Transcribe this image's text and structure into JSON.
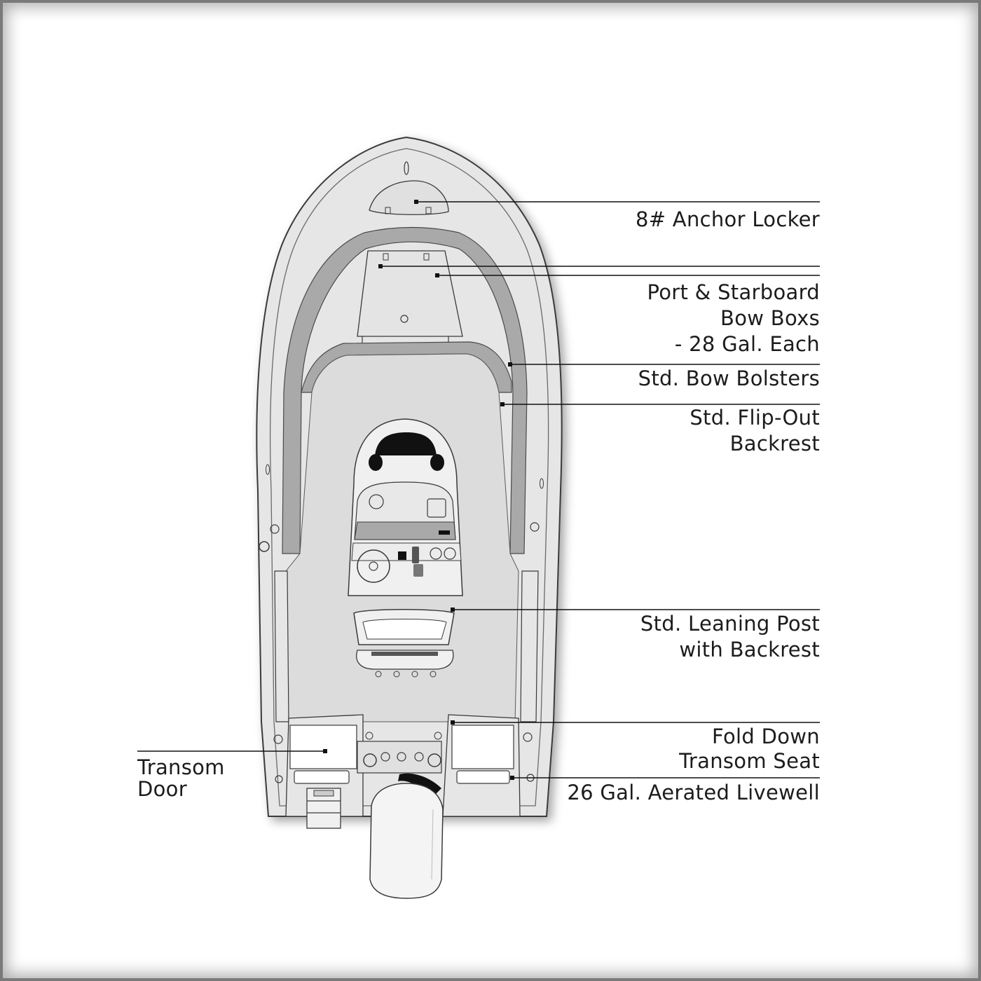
{
  "colors": {
    "hull_fill": "#e6e6e6",
    "deck_fill": "#dcdcdc",
    "bolster_fill": "#a9a9a9",
    "outline": "#3a3a3a",
    "leader": "#111111",
    "console_dark": "#111111"
  },
  "callouts": {
    "anchor_locker": [
      "8# Anchor Locker"
    ],
    "bow_boxes": [
      "Port & Starboard",
      "Bow Boxs",
      "- 28 Gal. Each"
    ],
    "bow_bolsters": [
      "Std. Bow Bolsters"
    ],
    "flip_out_backrest": [
      "Std. Flip-Out",
      "Backrest"
    ],
    "leaning_post": [
      "Std. Leaning Post",
      "with Backrest"
    ],
    "transom_seat": [
      "Fold Down",
      "Transom Seat"
    ],
    "livewell": [
      "26 Gal. Aerated Livewell"
    ],
    "transom_door": [
      "Transom",
      "Door"
    ]
  }
}
